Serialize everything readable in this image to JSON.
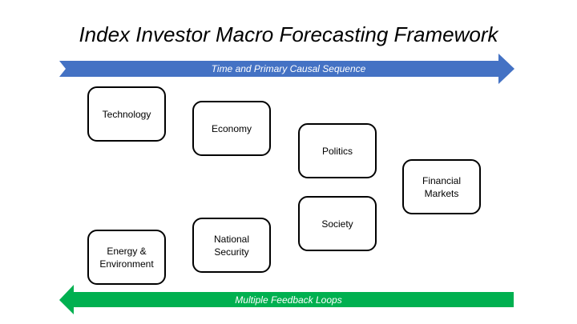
{
  "title": "Index Investor Macro Forecasting Framework",
  "top_arrow": {
    "label": "Time and Primary Causal Sequence",
    "color": "#4472c4",
    "direction": "right"
  },
  "bottom_arrow": {
    "label": "Multiple Feedback Loops",
    "color": "#00b050",
    "direction": "left"
  },
  "nodes": {
    "technology": "Technology",
    "economy": "Economy",
    "politics": "Politics",
    "financial_markets": "Financial Markets",
    "society": "Society",
    "national_security": "National Security",
    "energy_environment": "Energy & Environment"
  }
}
